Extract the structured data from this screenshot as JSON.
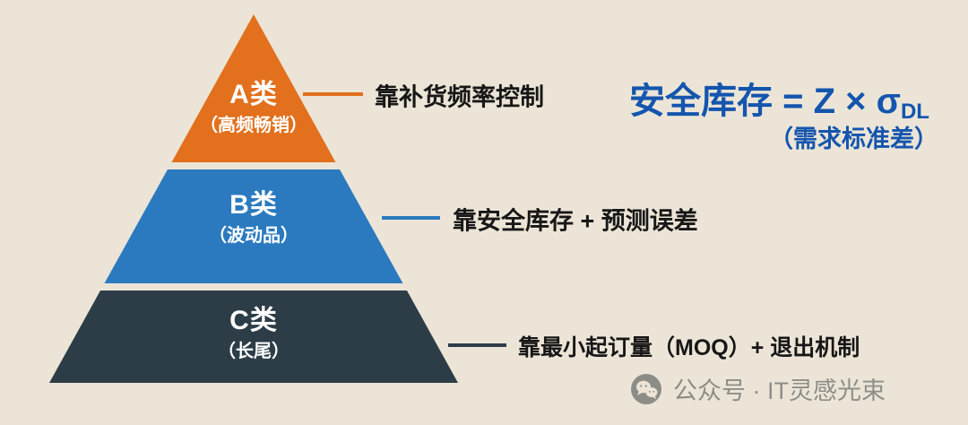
{
  "background_color": "#ece5d7",
  "pyramid": {
    "tiers": [
      {
        "id": "A",
        "label": "A类",
        "sublabel": "（高频畅销）",
        "color": "#e2701d",
        "annotation": "靠补货频率控制"
      },
      {
        "id": "B",
        "label": "B类",
        "sublabel": "（波动品）",
        "color": "#2b7abf",
        "annotation": "靠安全库存 + 预测误差"
      },
      {
        "id": "C",
        "label": "C类",
        "sublabel": "（长尾）",
        "color": "#2d3d47",
        "annotation": "靠最小起订量（MOQ）+ 退出机制"
      }
    ]
  },
  "formula": {
    "main": "安全库存 = Z × σ",
    "subscript": "DL",
    "note": "（需求标准差）",
    "color": "#1455ae"
  },
  "footer": {
    "icon": "wechat-icon",
    "text": "公众号 · IT灵感光束",
    "color": "#8d8d88"
  }
}
